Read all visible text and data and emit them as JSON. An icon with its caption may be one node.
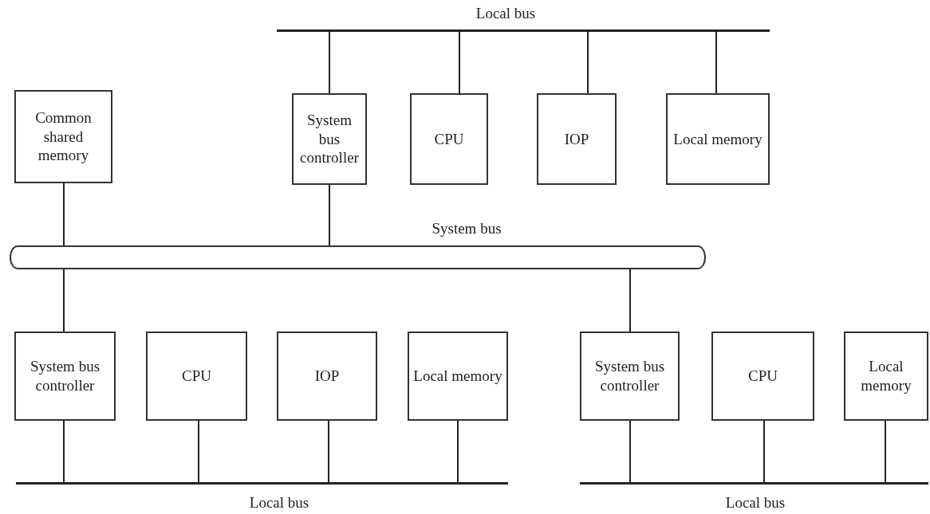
{
  "diagram": {
    "nodes": [
      {
        "text": [],
        "shape": "bar",
        "beside": [
          "Local bus"
        ]
      },
      {
        "text": [
          "Common shared memory"
        ]
      },
      {
        "text": [
          "System bus controller"
        ]
      },
      {
        "text": [
          "CPU"
        ]
      },
      {
        "text": [
          "IOP"
        ]
      },
      {
        "text": [
          "Local memory"
        ]
      },
      {
        "text": [],
        "shape": "bar",
        "beside": [
          "System bus"
        ]
      },
      {
        "text": [
          "System bus controller"
        ]
      },
      {
        "text": [
          "CPU"
        ]
      },
      {
        "text": [
          "IOP"
        ]
      },
      {
        "text": [
          "Local memory"
        ]
      },
      {
        "text": [
          "System bus controller"
        ]
      },
      {
        "text": [
          "CPU"
        ]
      },
      {
        "text": [
          "Local memory"
        ]
      },
      {
        "text": [],
        "shape": "bar",
        "beside": [
          "Local bus"
        ]
      },
      {
        "text": [],
        "shape": "bar",
        "beside": [
          "Local bus"
        ]
      }
    ],
    "edges": [
      {
        "from": 2,
        "to": 0,
        "arrow": "none"
      },
      {
        "from": 3,
        "to": 0,
        "arrow": "none"
      },
      {
        "from": 4,
        "to": 0,
        "arrow": "none"
      },
      {
        "from": 5,
        "to": 0,
        "arrow": "none"
      },
      {
        "from": 1,
        "to": 6,
        "arrow": "none"
      },
      {
        "from": 2,
        "to": 6,
        "arrow": "none"
      },
      {
        "from": 6,
        "to": 7,
        "arrow": "none"
      },
      {
        "from": 6,
        "to": 11,
        "arrow": "none"
      },
      {
        "from": 7,
        "to": 14,
        "arrow": "none"
      },
      {
        "from": 8,
        "to": 14,
        "arrow": "none"
      },
      {
        "from": 9,
        "to": 14,
        "arrow": "none"
      },
      {
        "from": 10,
        "to": 14,
        "arrow": "none"
      },
      {
        "from": 11,
        "to": 15,
        "arrow": "none"
      },
      {
        "from": 12,
        "to": 15,
        "arrow": "none"
      },
      {
        "from": 13,
        "to": 15,
        "arrow": "none"
      }
    ]
  }
}
